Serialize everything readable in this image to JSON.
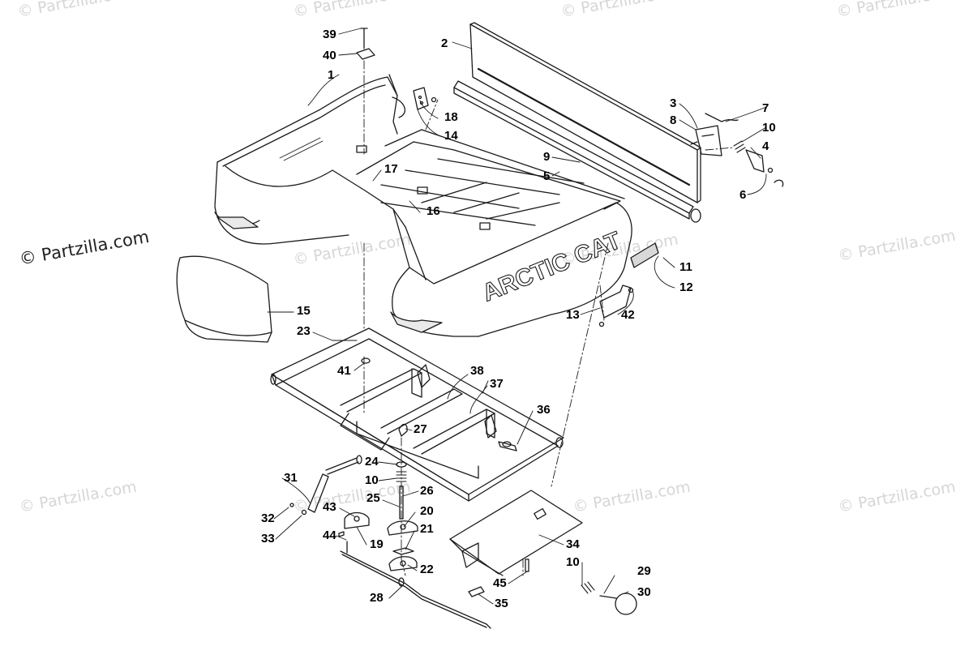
{
  "watermark": {
    "main_text": "© Partzilla.com",
    "faint_text": "© Partzilla.com"
  },
  "diagram": {
    "brand_text": "ARCTIC CAT"
  },
  "callouts": [
    "39",
    "40",
    "1",
    "2",
    "18",
    "14",
    "3",
    "8",
    "7",
    "10",
    "4",
    "9",
    "5",
    "6",
    "17",
    "16",
    "11",
    "12",
    "13",
    "42",
    "15",
    "23",
    "41",
    "38",
    "37",
    "36",
    "27",
    "24",
    "10",
    "26",
    "31",
    "25",
    "43",
    "20",
    "32",
    "44",
    "19",
    "21",
    "33",
    "22",
    "34",
    "10",
    "29",
    "30",
    "45",
    "28",
    "35"
  ],
  "colors": {
    "line": "#1a1a1a",
    "watermark": "#d6d6d6",
    "background": "#ffffff"
  }
}
